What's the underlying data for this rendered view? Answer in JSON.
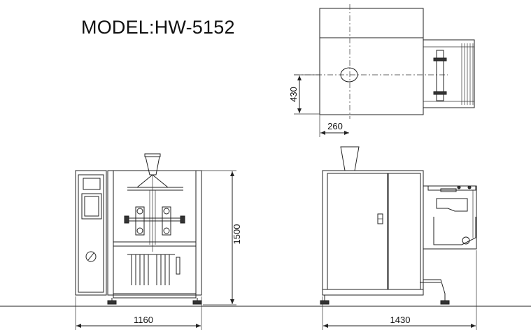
{
  "model_label": "MODEL:HW-5152",
  "dimensions": {
    "front_width": "1160",
    "side_width": "1430",
    "height": "1500",
    "top_depth": "430",
    "top_offset": "260"
  },
  "colors": {
    "line": "#222222",
    "background": "#ffffff"
  }
}
